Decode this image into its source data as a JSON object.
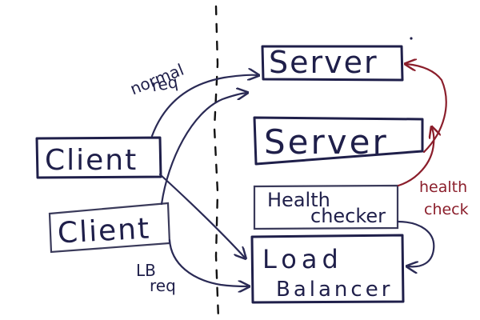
{
  "diagram": {
    "nodes": {
      "server_top": "Server",
      "server_mid": "Server",
      "health_line1": "Health",
      "health_line2": "checker",
      "lb_line1": "Load",
      "lb_line2": "Balancer",
      "client_top": "Client",
      "client_bottom": "Client"
    },
    "labels": {
      "normal_line1": "normal",
      "normal_line2": "req",
      "lb_req_line1": "LB",
      "lb_req_line2": "req",
      "health_line1": "health",
      "health_line2": "check"
    },
    "colors": {
      "ink": "#1f1f4a",
      "health_arrow": "#8b1e2b"
    }
  }
}
